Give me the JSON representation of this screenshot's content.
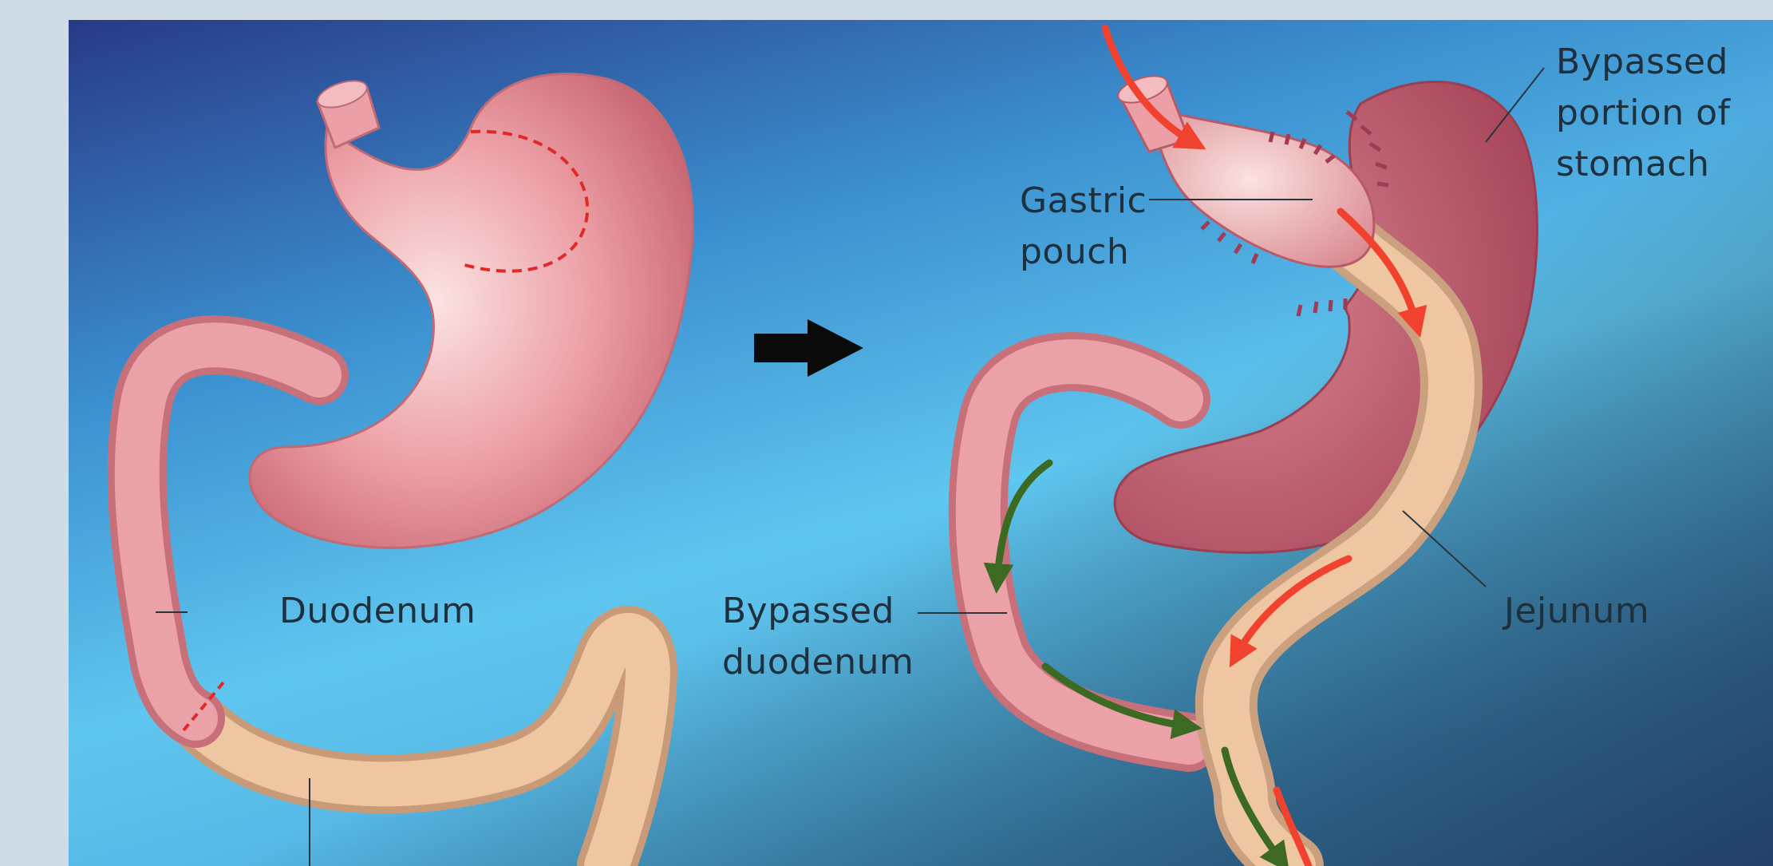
{
  "diagram": {
    "labels": {
      "duodenum": "Duodenum",
      "bypassed_duodenum_1": "Bypassed",
      "bypassed_duodenum_2": "duodenum",
      "gastric_pouch_1": "Gastric",
      "gastric_pouch_2": "pouch",
      "bypassed_stomach_1": "Bypassed",
      "bypassed_stomach_2": "portion of",
      "bypassed_stomach_3": "stomach",
      "jejunum": "Jejunum"
    },
    "colors": {
      "background_top": "#283a86",
      "background_mid": "#5fc6ef",
      "background_bottom": "#24416e",
      "stomach": "#e79aa2",
      "bypassed_stomach": "#c96874",
      "intestine": "#efc6a2",
      "food_flow_arrow": "#f0422e",
      "digestive_juice_arrow": "#3c6a22",
      "cut_line": "#e02a2a"
    },
    "icons": {
      "process_arrow": "right-arrow-icon"
    }
  }
}
